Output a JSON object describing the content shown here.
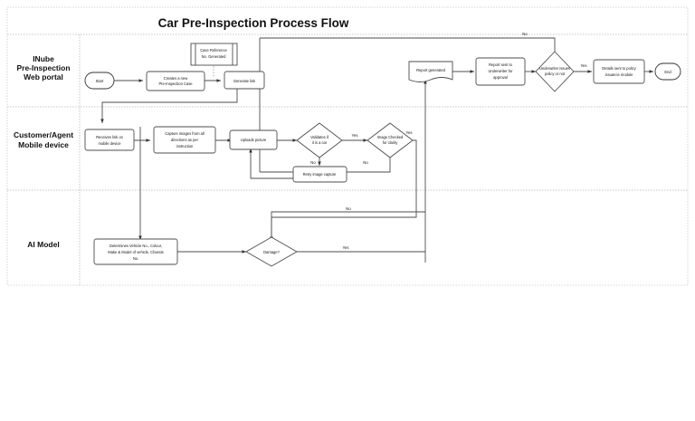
{
  "diagram": {
    "title": "Car Pre-Inspection Process Flow",
    "lanes": [
      {
        "id": "lane-inube",
        "label_line1": "INube",
        "label_line2": "Pre-Inspection",
        "label_line3": "Web portal"
      },
      {
        "id": "lane-customer",
        "label_line1": "Customer/Agent",
        "label_line2": "Mobile device",
        "label_line3": ""
      },
      {
        "id": "lane-ai",
        "label_line1": "AI Model",
        "label_line2": "",
        "label_line3": ""
      }
    ],
    "nodes": {
      "start": {
        "label": "Start",
        "shape": "terminator"
      },
      "create_case": {
        "line1": "Creates a new",
        "line2": "Pre-Inspection Case",
        "shape": "process"
      },
      "case_ref": {
        "line1": "Case Reference",
        "line2": "No. Generated",
        "shape": "predefined-process"
      },
      "generate_link": {
        "label": "Generate link",
        "shape": "process"
      },
      "report_generated": {
        "label": "Report generated",
        "shape": "document"
      },
      "report_sent": {
        "line1": "Report sent to",
        "line2": "Underwriter for",
        "line3": "approval",
        "shape": "process"
      },
      "underwriter_decision": {
        "line1": "Underwriter issues",
        "line2": "policy or not",
        "shape": "decision"
      },
      "policy_module": {
        "line1": "Details sent to policy",
        "line2": "issuance module",
        "shape": "process"
      },
      "end": {
        "label": "End",
        "shape": "terminator"
      },
      "receives_link": {
        "line1": "Receives link on",
        "line2": "mobile device",
        "shape": "process"
      },
      "capture_images": {
        "line1": "Capture images from all",
        "line2": "directions as per",
        "line3": "instruction",
        "shape": "process"
      },
      "uploads_picture": {
        "label": "Uploads picture",
        "shape": "process"
      },
      "validate_car": {
        "line1": "Validates if",
        "line2": "it is a car",
        "shape": "decision"
      },
      "image_clarity": {
        "line1": "Image Checked",
        "line2": "for clarity",
        "shape": "decision"
      },
      "retry_capture": {
        "label": "Retry image capture",
        "shape": "process"
      },
      "determines": {
        "line1": "Determines Vehicle No., Colour,",
        "line2": "Make & Model of vehicle, Chassis",
        "line3": "No.",
        "shape": "process"
      },
      "damage": {
        "label": "Damage?",
        "shape": "decision"
      }
    },
    "edge_labels": {
      "validate_yes": "Yes",
      "validate_no": "No",
      "clarity_yes": "Yes",
      "clarity_no": "No",
      "underwriter_yes": "Yes",
      "underwriter_no": "No",
      "damage_no": "No",
      "damage_yes": "Yes"
    }
  }
}
